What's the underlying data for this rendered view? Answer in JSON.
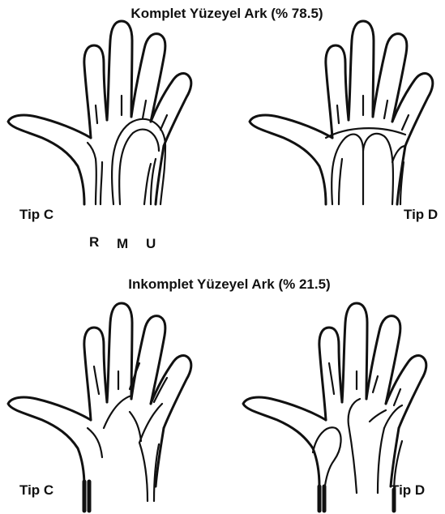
{
  "titles": {
    "complete": "Komplet Yüzeyel Ark (% 78.5)",
    "incomplete": "Inkomplet Yüzeyel Ark (% 21.5)"
  },
  "labels": {
    "top_left": "Tip C",
    "top_right": "Tip D",
    "bottom_left": "Tip C",
    "bottom_right": "Tip D",
    "vessel_r": "R",
    "vessel_m": "M",
    "vessel_u": "U"
  }
}
